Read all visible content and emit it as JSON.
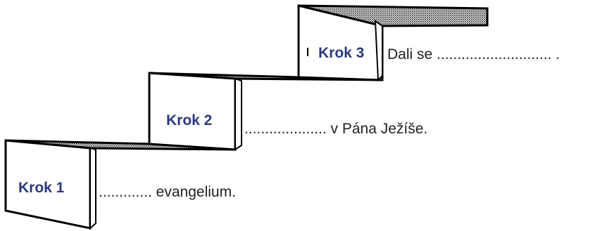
{
  "steps": [
    {
      "label": "Krok 1",
      "text": "............. evangelium."
    },
    {
      "label": "Krok 2",
      "text": ".................... v Pána Ježíše."
    },
    {
      "label": "Krok 3",
      "text": "Dali se ............................ ."
    }
  ]
}
